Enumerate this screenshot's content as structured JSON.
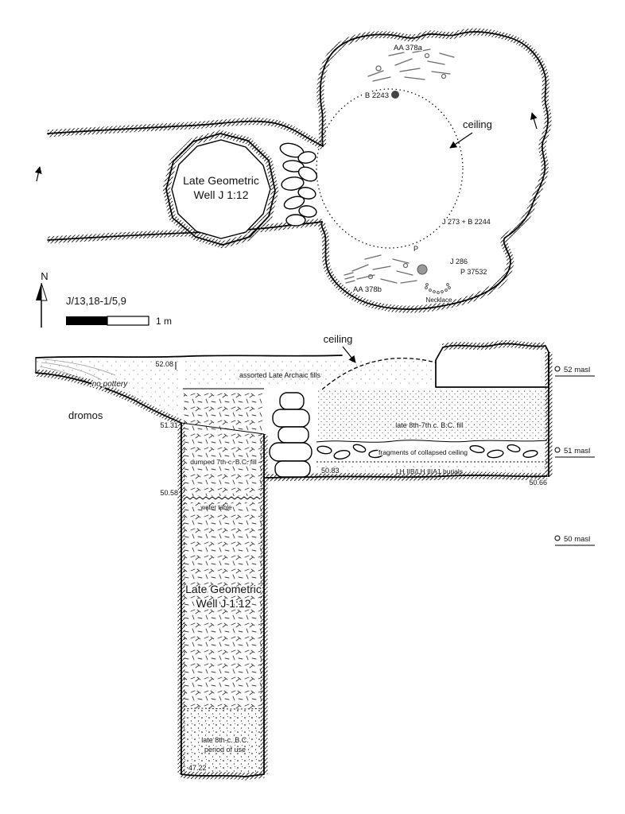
{
  "style": {
    "ink": "#000000",
    "paper": "#ffffff",
    "bone_gray": "#6b6b6b",
    "find_dot_dark": "#444444",
    "find_dot_light": "#999999"
  },
  "plan": {
    "well_label_line1": "Late Geometric",
    "well_label_line2": "Well J 1:12",
    "ceiling_label": "ceiling",
    "north_label": "N",
    "grid_ref": "J/13,18-1/5,9",
    "scale_label": "1 m",
    "finds": {
      "aa378a": "AA 378a",
      "b2243": "B 2243",
      "j273_b2244": "J 273 + B 2244",
      "p": "P",
      "j286": "J 286",
      "p37532": "P 37532",
      "aa378b": "AA 378b",
      "necklace": "Necklace"
    }
  },
  "section": {
    "ceiling_label": "ceiling",
    "dromos_label": "dromos",
    "no_pottery": "no pottery",
    "assorted_fills": "assorted Late Archaic fills",
    "late_fill": "late 8th-7th c. B.C. fill",
    "collapsed_ceiling": "fragments of collapsed ceiling",
    "burials": "LH IIB/LH IIIA1 burials",
    "dumped_fill": "dumped 7th-c. B.C. fill",
    "water_table": "water table",
    "well_label_line1": "Late Geometric",
    "well_label_line2": "Well J 1:12",
    "period_line1": "late 8th-c. B.C.",
    "period_line2": "period of use",
    "elevations": {
      "e5208": "52.08",
      "e5131": "51.31",
      "e5083": "50.83",
      "e5066": "50.66",
      "e5058": "50.58",
      "e4722": "47.22"
    },
    "masl": {
      "m52": "52 masl",
      "m51": "51 masl",
      "m50": "50 masl"
    }
  }
}
